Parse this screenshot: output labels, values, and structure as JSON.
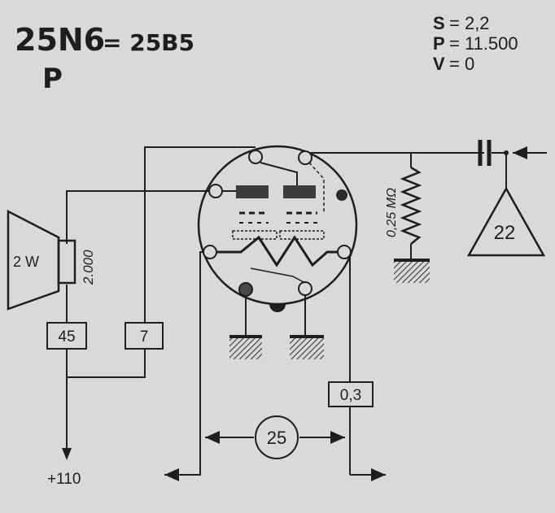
{
  "header": {
    "title_main": "25N6",
    "title_equiv": "= 25B5",
    "title_sub": "P"
  },
  "params": [
    {
      "label": "S",
      "value": "= 2,2"
    },
    {
      "label": "P",
      "value": "= 11.500"
    },
    {
      "label": "V",
      "value": "= 0"
    }
  ],
  "components": {
    "speaker_power": "2 W",
    "transformer_impedance": "2.000",
    "resistor_value": "0,25 MΩ",
    "input_stage": "22",
    "box_45": "45",
    "box_7": "7",
    "box_03": "0,3",
    "filament_voltage": "25",
    "supply_voltage": "+110"
  },
  "colors": {
    "background": "#d9d9d7",
    "ink": "#1e1e1e",
    "hatch": "#3a3a3a"
  }
}
